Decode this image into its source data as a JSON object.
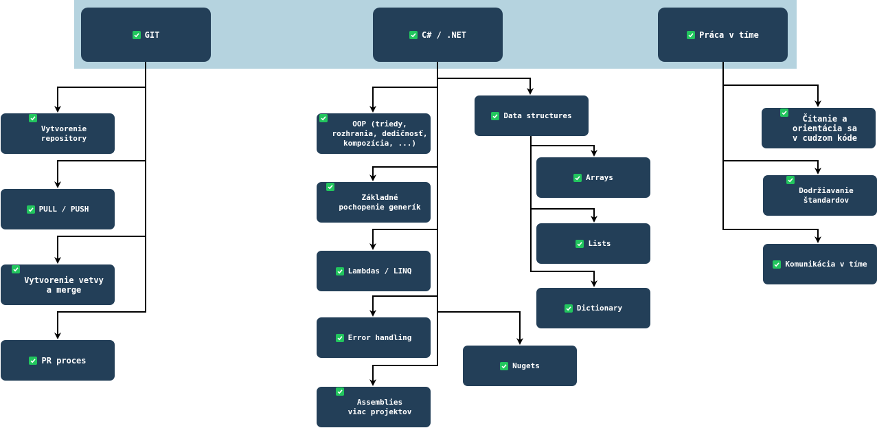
{
  "colors": {
    "node": "#233f58",
    "band": "#b5d3df",
    "check": "#22c55e",
    "edge": "#000000",
    "text": "#ffffff"
  },
  "icons": {
    "check": "check-icon"
  },
  "top": {
    "git": "GIT",
    "csharp": "C# / .NET",
    "team": "Práca v tíme"
  },
  "git": {
    "repo": "Vytvorenie\nrepository",
    "pullpush": "PULL / PUSH",
    "branch": "Vytvorenie vetvy\na merge",
    "pr": "PR proces"
  },
  "csharp": {
    "oop": "OOP (triedy,\nrozhrania, dedičnosť,\nkompozícia, ...)",
    "generics": "Základné\npochopenie generík",
    "lambdas": "Lambdas / LINQ",
    "errors": "Error handling",
    "assemblies": "Assemblies\nviac projektov",
    "datastructures": "Data structures",
    "nugets": "Nugets",
    "arrays": "Arrays",
    "lists": "Lists",
    "dictionary": "Dictionary"
  },
  "team": {
    "reading": "Čítanie a\norientácia sa\nv cudzom kóde",
    "standards": "Dodržiavanie\nštandardov",
    "communication": "Komunikácia v tíme"
  }
}
